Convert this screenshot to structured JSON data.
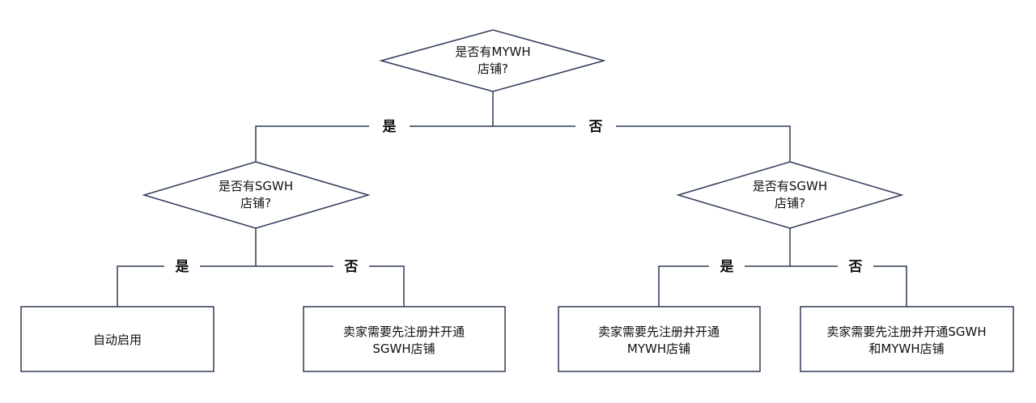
{
  "nodes": {
    "q_mywh": {
      "line1": "是否有MYWH",
      "line2": "店铺?"
    },
    "q_sgwh_left": {
      "line1": "是否有SGWH",
      "line2": "店铺?"
    },
    "q_sgwh_right": {
      "line1": "是否有SGWH",
      "line2": "店铺?"
    },
    "out_auto": {
      "line1": "自动启用"
    },
    "out_open_sgwh": {
      "line1": "卖家需要先注册并开通",
      "line2": "SGWH店铺"
    },
    "out_open_mywh": {
      "line1": "卖家需要先注册并开通",
      "line2": "MYWH店铺"
    },
    "out_open_both": {
      "line1": "卖家需要先注册并开通SGWH",
      "line2": "和MYWH店铺"
    }
  },
  "edges": {
    "top_yes": "是",
    "top_no": "否",
    "left_yes": "是",
    "left_no": "否",
    "right_yes": "是",
    "right_no": "否"
  }
}
